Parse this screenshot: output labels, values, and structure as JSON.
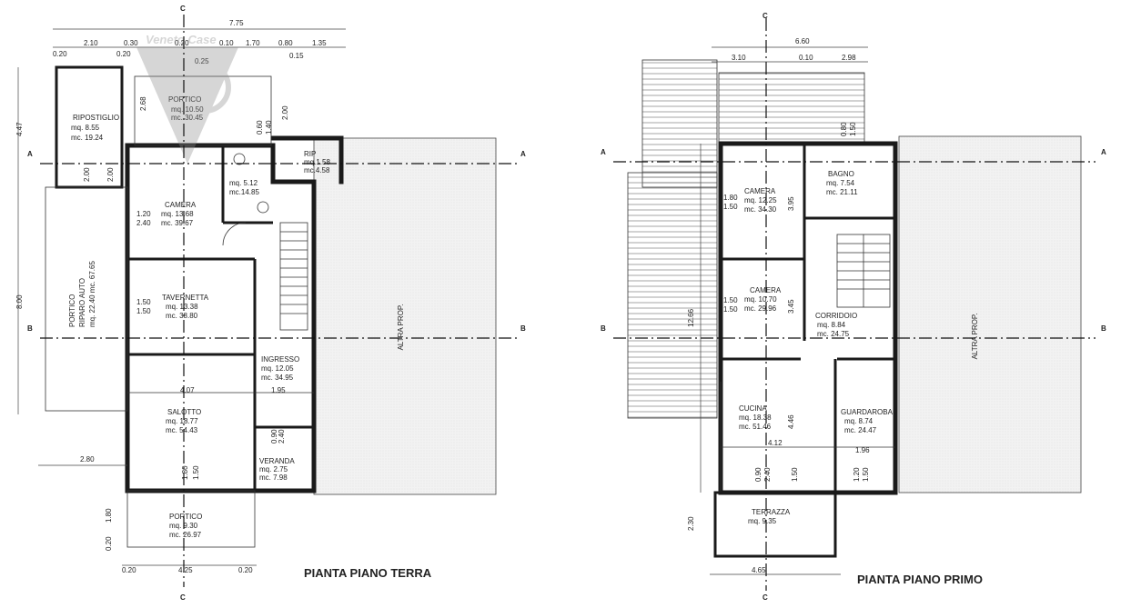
{
  "watermark": "Veneto Case",
  "ground": {
    "title": "PIANTA PIANO TERRA",
    "rooms": [
      {
        "name": "RIPOSTIGLIO",
        "mq": "mq. 8.55",
        "mc": "mc. 19.24"
      },
      {
        "name": "PORTICO",
        "mq": "mq. 10.50",
        "mc": "mc. 30.45"
      },
      {
        "name": "CAMERA",
        "mq": "mq. 13.68",
        "mc": "mc. 39.67"
      },
      {
        "name": "",
        "mq": "mq. 5.12",
        "mc": "mc.14.85"
      },
      {
        "name": "RIP",
        "mq": "mq.1.58",
        "mc": "mc.4.58"
      },
      {
        "name": "TAVERNETTA",
        "mq": "mq. 13.38",
        "mc": "mc. 38.80"
      },
      {
        "name": "INGRESSO",
        "mq": "mq. 12.05",
        "mc": "mc. 34.95"
      },
      {
        "name": "SALOTTO",
        "mq": "mq. 18.77",
        "mc": "mc. 54.43"
      },
      {
        "name": "VERANDA",
        "mq": "mq. 2.75",
        "mc": "mc. 7.98"
      },
      {
        "name": "PORTICO",
        "mq": "mq. 9.30",
        "mc": "mc. 26.97"
      },
      {
        "name": "PORTICO",
        "mq": "RIPARO AUTO",
        "mc": "mq. 22.40  mc. 67.65"
      }
    ],
    "adjacent": "ALTRA PROP.",
    "dims": [
      "7.75",
      "2.10",
      "0.30",
      "0.20",
      "0.10",
      "1.70",
      "0.80",
      "1.35",
      "0.20",
      "0.20",
      "0.25",
      "0.15",
      "4.47",
      "2.68",
      "2.00",
      "0.60",
      "1.40",
      "2.00",
      "2.00",
      "1.20",
      "2.40",
      "8.00",
      "1.50",
      "1.50",
      "4.07",
      "1.95",
      "0.90",
      "2.40",
      "2.80",
      "1.80",
      "1.50",
      "1.80",
      "0.20",
      "0.20",
      "4.25",
      "0.20"
    ]
  },
  "first": {
    "title": "PIANTA PIANO PRIMO",
    "rooms": [
      {
        "name": "CAMERA",
        "mq": "mq. 12.25",
        "mc": "mc. 34.30"
      },
      {
        "name": "BAGNO",
        "mq": "mq. 7.54",
        "mc": "mc. 21.11"
      },
      {
        "name": "CAMERA",
        "mq": "mq. 10.70",
        "mc": "mc. 29.96"
      },
      {
        "name": "CORRIDOIO",
        "mq": "mq. 8.84",
        "mc": "mc. 24.75"
      },
      {
        "name": "CUCINA",
        "mq": "mq. 18.38",
        "mc": "mc. 51.46"
      },
      {
        "name": "GUARDAROBA",
        "mq": "mq. 8.74",
        "mc": "mc. 24.47"
      },
      {
        "name": "TERRAZZA",
        "mq": "mq. 9.35",
        "mc": ""
      }
    ],
    "adjacent": "ALTRA PROP.",
    "dims": [
      "6.60",
      "3.10",
      "0.10",
      "2.98",
      "0.80",
      "1.50",
      "1.80",
      "1.50",
      "3.95",
      "1.50",
      "1.50",
      "3.45",
      "12.66",
      "4.46",
      "4.12",
      "1.96",
      "0.90",
      "2.40",
      "1.50",
      "1.20",
      "1.50",
      "2.30",
      "4.65"
    ]
  },
  "sections": {
    "a": "A",
    "b": "B",
    "c": "C"
  }
}
